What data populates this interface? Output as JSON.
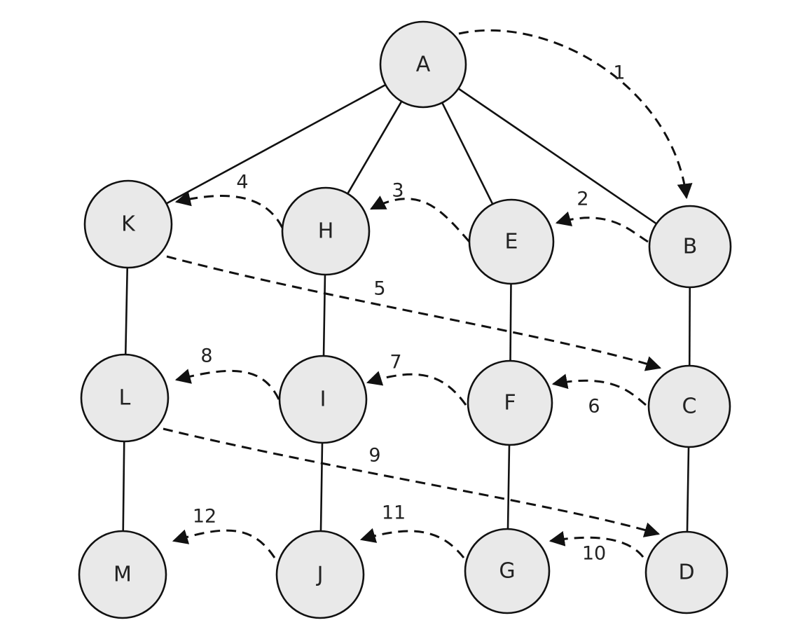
{
  "nodes": [
    {
      "id": "A",
      "label": "A"
    },
    {
      "id": "K",
      "label": "K"
    },
    {
      "id": "H",
      "label": "H"
    },
    {
      "id": "E",
      "label": "E"
    },
    {
      "id": "B",
      "label": "B"
    },
    {
      "id": "L",
      "label": "L"
    },
    {
      "id": "I",
      "label": "I"
    },
    {
      "id": "F",
      "label": "F"
    },
    {
      "id": "C",
      "label": "C"
    },
    {
      "id": "M",
      "label": "M"
    },
    {
      "id": "J",
      "label": "J"
    },
    {
      "id": "G",
      "label": "G"
    },
    {
      "id": "D",
      "label": "D"
    }
  ],
  "edges": [
    [
      "A",
      "K"
    ],
    [
      "A",
      "H"
    ],
    [
      "A",
      "E"
    ],
    [
      "A",
      "B"
    ],
    [
      "K",
      "L"
    ],
    [
      "L",
      "M"
    ],
    [
      "H",
      "I"
    ],
    [
      "I",
      "J"
    ],
    [
      "E",
      "F"
    ],
    [
      "F",
      "G"
    ],
    [
      "B",
      "C"
    ],
    [
      "C",
      "D"
    ]
  ],
  "traversal_steps": [
    {
      "label": "1",
      "from": "A",
      "to": "B"
    },
    {
      "label": "2",
      "from": "B",
      "to": "E"
    },
    {
      "label": "3",
      "from": "E",
      "to": "H"
    },
    {
      "label": "4",
      "from": "H",
      "to": "K"
    },
    {
      "label": "5",
      "from": "K",
      "to": "C"
    },
    {
      "label": "6",
      "from": "C",
      "to": "F"
    },
    {
      "label": "7",
      "from": "F",
      "to": "I"
    },
    {
      "label": "8",
      "from": "I",
      "to": "L"
    },
    {
      "label": "9",
      "from": "L",
      "to": "D"
    },
    {
      "label": "10",
      "from": "D",
      "to": "G"
    },
    {
      "label": "11",
      "from": "G",
      "to": "J"
    },
    {
      "label": "12",
      "from": "J",
      "to": "M"
    }
  ]
}
